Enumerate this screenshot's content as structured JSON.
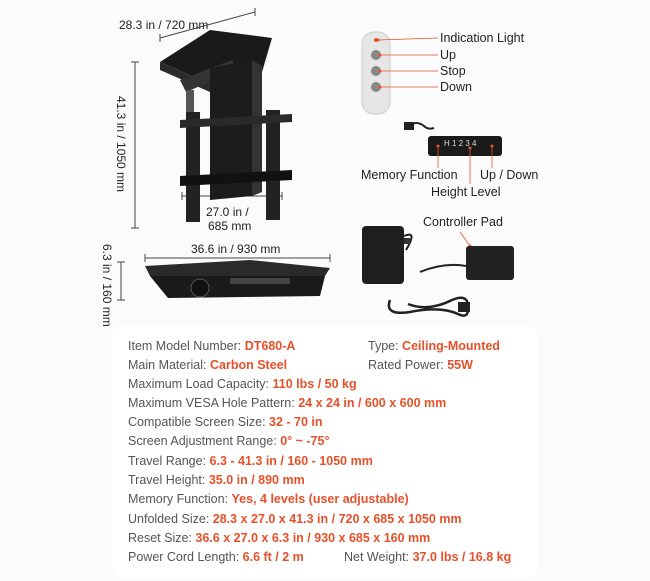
{
  "dimensions": {
    "top_width": "28.3 in / 720 mm",
    "height": "41.3 in / 1050 mm",
    "vesa_width_line1": "27.0 in /",
    "vesa_width_line2": "685 mm",
    "reset_width": "36.6 in / 930 mm",
    "reset_height": "6.3 in / 160 mm"
  },
  "remote": {
    "labels": [
      "Indication Light",
      "Up",
      "Stop",
      "Down"
    ]
  },
  "control_panel": {
    "memory_function": "Memory Function",
    "up_down": "Up / Down",
    "height_level": "Height Level",
    "digits": "H 1 2 3 4"
  },
  "controller": {
    "label": "Controller Pad"
  },
  "colors": {
    "accent": "#e8502a",
    "label": "#555555",
    "device": "#1a1a1a"
  },
  "specs": {
    "model_label": "Item Model Number: ",
    "model_value": "DT680-A",
    "type_label": "Type: ",
    "type_value": "Ceiling-Mounted",
    "material_label": "Main Material: ",
    "material_value": "Carbon Steel",
    "power_label": "Rated Power: ",
    "power_value": "55W",
    "load_label": "Maximum Load Capacity: ",
    "load_value": "110 lbs / 50 kg",
    "vesa_label": "Maximum VESA Hole Pattern: ",
    "vesa_value": "24 x 24 in / 600 x 600 mm",
    "screen_label": "Compatible Screen Size: ",
    "screen_value": "32 - 70 in",
    "angle_label": "Screen Adjustment Range: ",
    "angle_value": "0° ~ -75°",
    "travel_label": "Travel Range: ",
    "travel_value": "6.3 - 41.3 in / 160 - 1050 mm",
    "travel_height_label": "Travel Height: ",
    "travel_height_value": "35.0 in / 890 mm",
    "memory_label": "Memory Function: ",
    "memory_value": "Yes, 4 levels (user adjustable)",
    "unfolded_label": "Unfolded Size: ",
    "unfolded_value": "28.3 x 27.0 x 41.3 in / 720 x 685 x 1050 mm",
    "reset_label": "Reset Size: ",
    "reset_value": "36.6 x 27.0 x 6.3 in / 930 x 685 x 160 mm",
    "cord_label": "Power Cord Length: ",
    "cord_value": "6.6 ft / 2 m",
    "weight_label": "Net Weight: ",
    "weight_value": "37.0 lbs / 16.8 kg"
  }
}
